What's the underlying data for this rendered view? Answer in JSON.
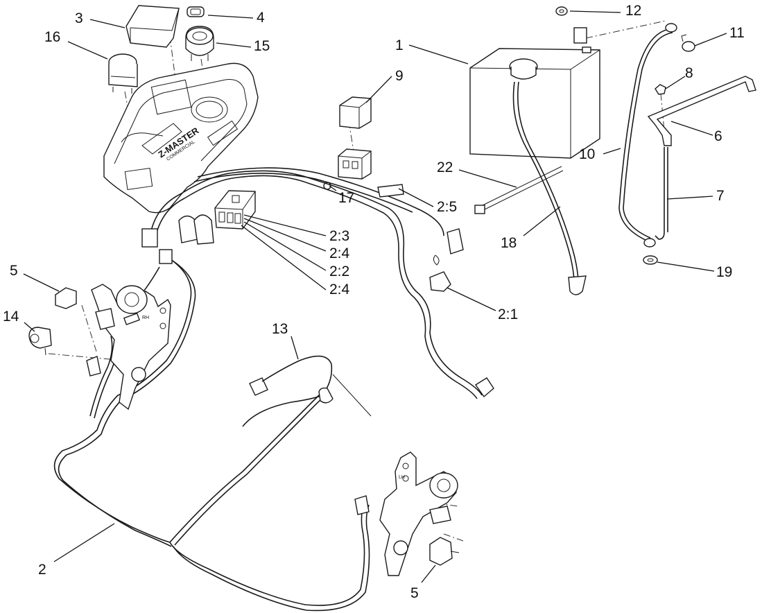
{
  "diagram": {
    "logo_text": "Z-MASTER",
    "logo_subtext": "COMMERCIAL",
    "lh_badge": "LH",
    "rh_badge": "RH",
    "callouts": [
      {
        "id": "c1",
        "label": "1"
      },
      {
        "id": "c2",
        "label": "2"
      },
      {
        "id": "c2-1",
        "label": "2:1"
      },
      {
        "id": "c2-2",
        "label": "2:2"
      },
      {
        "id": "c2-3",
        "label": "2:3"
      },
      {
        "id": "c2-4a",
        "label": "2:4"
      },
      {
        "id": "c2-4b",
        "label": "2:4"
      },
      {
        "id": "c2-5",
        "label": "2:5"
      },
      {
        "id": "c3",
        "label": "3"
      },
      {
        "id": "c4",
        "label": "4"
      },
      {
        "id": "c5a",
        "label": "5"
      },
      {
        "id": "c5b",
        "label": "5"
      },
      {
        "id": "c6",
        "label": "6"
      },
      {
        "id": "c7",
        "label": "7"
      },
      {
        "id": "c8",
        "label": "8"
      },
      {
        "id": "c9",
        "label": "9"
      },
      {
        "id": "c10",
        "label": "10"
      },
      {
        "id": "c11",
        "label": "11"
      },
      {
        "id": "c12",
        "label": "12"
      },
      {
        "id": "c13",
        "label": "13"
      },
      {
        "id": "c14",
        "label": "14"
      },
      {
        "id": "c15",
        "label": "15"
      },
      {
        "id": "c16",
        "label": "16"
      },
      {
        "id": "c17",
        "label": "17"
      },
      {
        "id": "c18",
        "label": "18"
      },
      {
        "id": "c19",
        "label": "19"
      },
      {
        "id": "c22",
        "label": "22"
      }
    ]
  }
}
